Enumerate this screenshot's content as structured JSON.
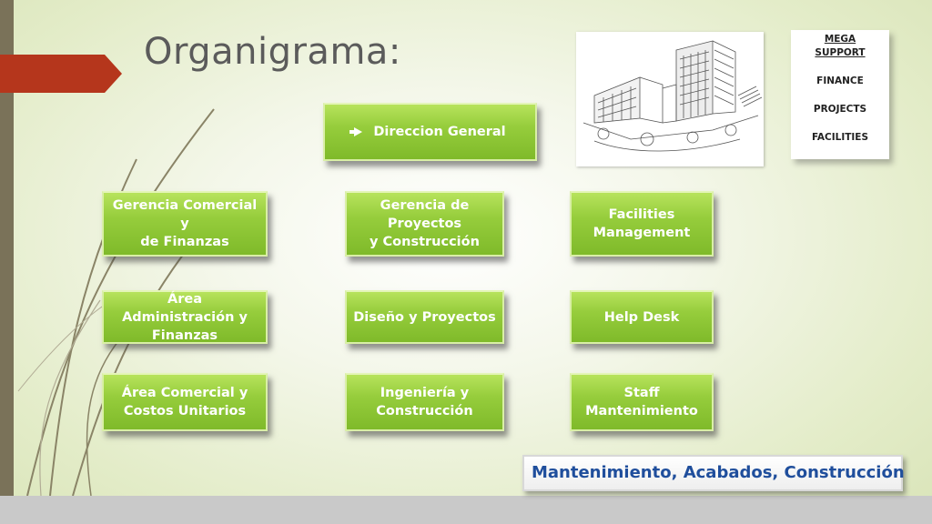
{
  "slide": {
    "title": "Organigrama:",
    "accent_color": "#b5361c",
    "box_color": "#8cc63f",
    "sidebar_color": "#7a7259"
  },
  "top_box": {
    "icon": "right-arrow-bullet-icon",
    "label": "Direccion General"
  },
  "columns": [
    {
      "header": "Gerencia Comercial y de Finanzas",
      "header_lines": [
        "Gerencia Comercial y",
        "de Finanzas"
      ],
      "items": [
        {
          "lines": [
            "Área Administración y",
            "Finanzas"
          ]
        },
        {
          "lines": [
            "Área Comercial y",
            "Costos Unitarios"
          ]
        }
      ]
    },
    {
      "header": "Gerencia de Proyectos y Construcción",
      "header_lines": [
        "Gerencia de Proyectos",
        "y Construcción"
      ],
      "items": [
        {
          "lines": [
            "Diseño y Proyectos"
          ]
        },
        {
          "lines": [
            "Ingeniería y",
            "Construcción"
          ]
        }
      ]
    },
    {
      "header": "Facilities Management",
      "header_lines": [
        "Facilities",
        "Management"
      ],
      "items": [
        {
          "lines": [
            "Help Desk"
          ]
        },
        {
          "lines": [
            "Staff",
            "Mantenimiento"
          ]
        }
      ]
    }
  ],
  "legend": {
    "heading_lines": [
      "MEGA",
      "SUPPORT"
    ],
    "items": [
      "FINANCE",
      "PROJECTS",
      "FACILITIES"
    ]
  },
  "image": {
    "icon": "building-sketch-icon"
  },
  "footer": {
    "text": "Mantenimiento, Acabados, Construcción",
    "text_color": "#1f4e9c"
  }
}
